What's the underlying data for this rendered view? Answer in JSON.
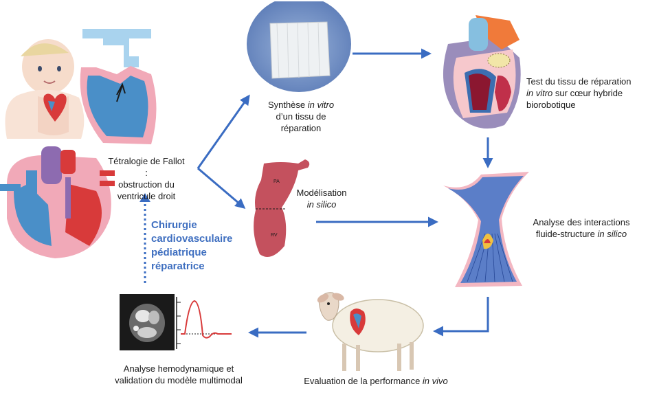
{
  "colors": {
    "arrow": "#3a6cc2",
    "heart_red": "#d83a3a",
    "heart_blue": "#4a8fc8",
    "heart_pink": "#f1a9b8",
    "heart_purple": "#8d6bb0",
    "rv_model": "#c4515e",
    "accent_text": "#3f6fc0"
  },
  "center_label": "Chirurgie cardiovasculaire pédiatrique réparatrice",
  "center_lines": [
    "Chirurgie",
    "cardiovasculaire",
    "pédiatrique",
    "réparatrice"
  ],
  "steps": {
    "fallot": {
      "l1": "Tétralogie de Fallot :",
      "l2": "obstruction du",
      "l3": "ventricule droit"
    },
    "synthese": {
      "l1_a": "Synthèse ",
      "l1_b": "in vitro",
      "l2": "d’un tissu de",
      "l3": "réparation"
    },
    "test": {
      "l1": "Test du tissu de réparation",
      "l2_a": "in vitro",
      "l2_b": " sur cœur hybride",
      "l3": "biorobotique"
    },
    "modelisation": {
      "l1": "Modélisation",
      "l2": "in silico"
    },
    "interactions": {
      "l1": "Analyse des interactions",
      "l2_a": "fluide-structure ",
      "l2_b": "in silico"
    },
    "evaluation": {
      "l1_a": "Evaluation de la performance ",
      "l1_b": "in vivo"
    },
    "hemodynamique": {
      "l1": "Analyse hemodynamique et",
      "l2": "validation du modèle multimodal"
    }
  },
  "model_labels": {
    "pa": "PA",
    "rv": "RV"
  },
  "icons": [
    "baby-illustration",
    "fallot-heart-diagram",
    "mesh-tissue-photo",
    "biorobotic-heart",
    "rv-pa-model",
    "flow-simulation",
    "sheep",
    "mri-scan",
    "flow-waveform"
  ]
}
